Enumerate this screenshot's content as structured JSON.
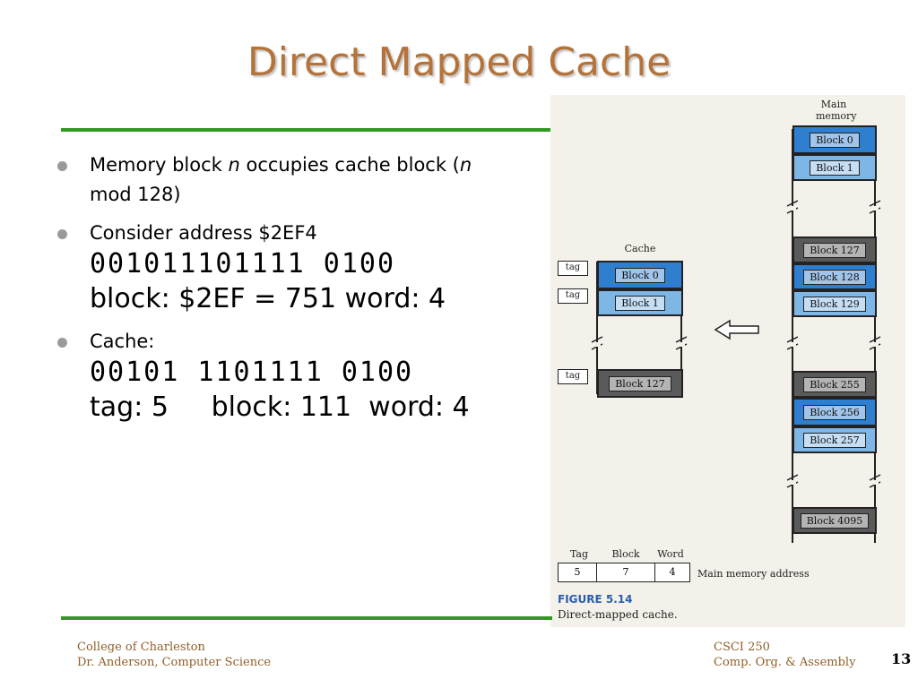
{
  "slide": {
    "title": "Direct Mapped Cache",
    "page_number": "13"
  },
  "bullets": {
    "b1_pre": "Memory block ",
    "b1_n": "n",
    "b1_mid": " occupies cache block (",
    "b1_n2": "n",
    "b1_post": "mod 128)",
    "b2": "Consider address $2EF4",
    "b2_binary": "001011101111 0100",
    "b2_result": "block: $2EF = 751  word: 4",
    "b3": "Cache:",
    "b3_binary": "00101 1101111 0100",
    "b3_result": "tag: 5     block: 111  word: 4"
  },
  "figure": {
    "main_memory_label_1": "Main",
    "main_memory_label_2": "memory",
    "cache_label": "Cache",
    "tag_label": "tag",
    "cache_blocks": [
      "Block 0",
      "Block 1",
      "Block 127"
    ],
    "memory_blocks": [
      "Block 0",
      "Block 1",
      "Block 127",
      "Block 128",
      "Block 129",
      "Block 255",
      "Block 256",
      "Block 257",
      "Block 4095"
    ],
    "address_headers": [
      "Tag",
      "Block",
      "Word"
    ],
    "address_values": [
      "5",
      "7",
      "4"
    ],
    "address_label": "Main memory address",
    "caption_number": "FIGURE 5.14",
    "caption_text": "Direct-mapped cache."
  },
  "footer": {
    "left_line1": "College of Charleston",
    "left_line2": "Dr. Anderson, Computer Science",
    "right_line1": "CSCI 250",
    "right_line2": "Comp. Org. & Assembly"
  },
  "colors": {
    "title": "#b5733a",
    "rule": "#2f9a1f",
    "block_blue": "#2f7fd0",
    "block_light_blue": "#7eb6e6",
    "block_gray": "#5a5a5a"
  }
}
